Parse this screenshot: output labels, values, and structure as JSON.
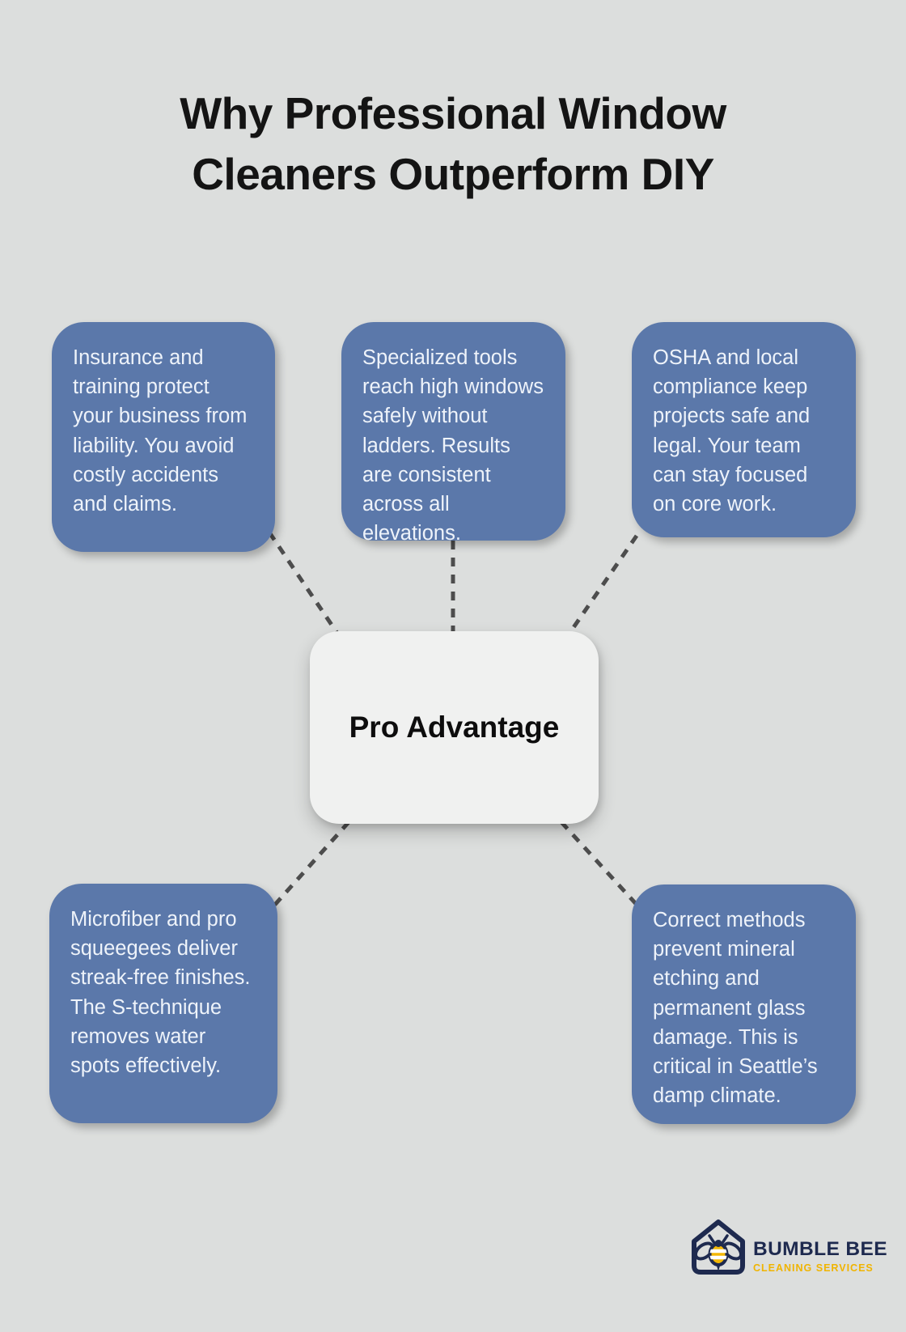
{
  "page": {
    "title": "Why Professional Window Cleaners Outperform DIY",
    "background_color": "#dcdedd"
  },
  "diagram": {
    "center": {
      "label": "Pro Advantage"
    },
    "nodes": [
      {
        "id": "insurance",
        "text": "Insurance and training protect your business from liability. You avoid costly accidents and claims."
      },
      {
        "id": "tools",
        "text": "Specialized tools reach high windows safely without ladders. Results are consistent across all elevations."
      },
      {
        "id": "compliance",
        "text": "OSHA and local compliance keep projects safe and legal. Your team can stay focused on core work."
      },
      {
        "id": "technique",
        "text": "Microfiber and pro squeegees deliver streak-free finishes. The S-technique removes water spots effectively."
      },
      {
        "id": "methods",
        "text": "Correct methods prevent mineral etching and permanent glass damage. This is critical in Seattle’s damp climate."
      }
    ],
    "colors": {
      "card_blue": "#5b78aa",
      "card_text": "#eef3fa",
      "center_node_bg": "#f0f1f0",
      "connector_gray": "#4d4d4d",
      "title_black": "#141414"
    }
  },
  "logo": {
    "icon": "bee-in-house-icon",
    "name": "BUMBLE BEE",
    "tagline": "CLEANING SERVICES",
    "colors": {
      "navy": "#1e2a4f",
      "yellow": "#f0b400"
    }
  }
}
